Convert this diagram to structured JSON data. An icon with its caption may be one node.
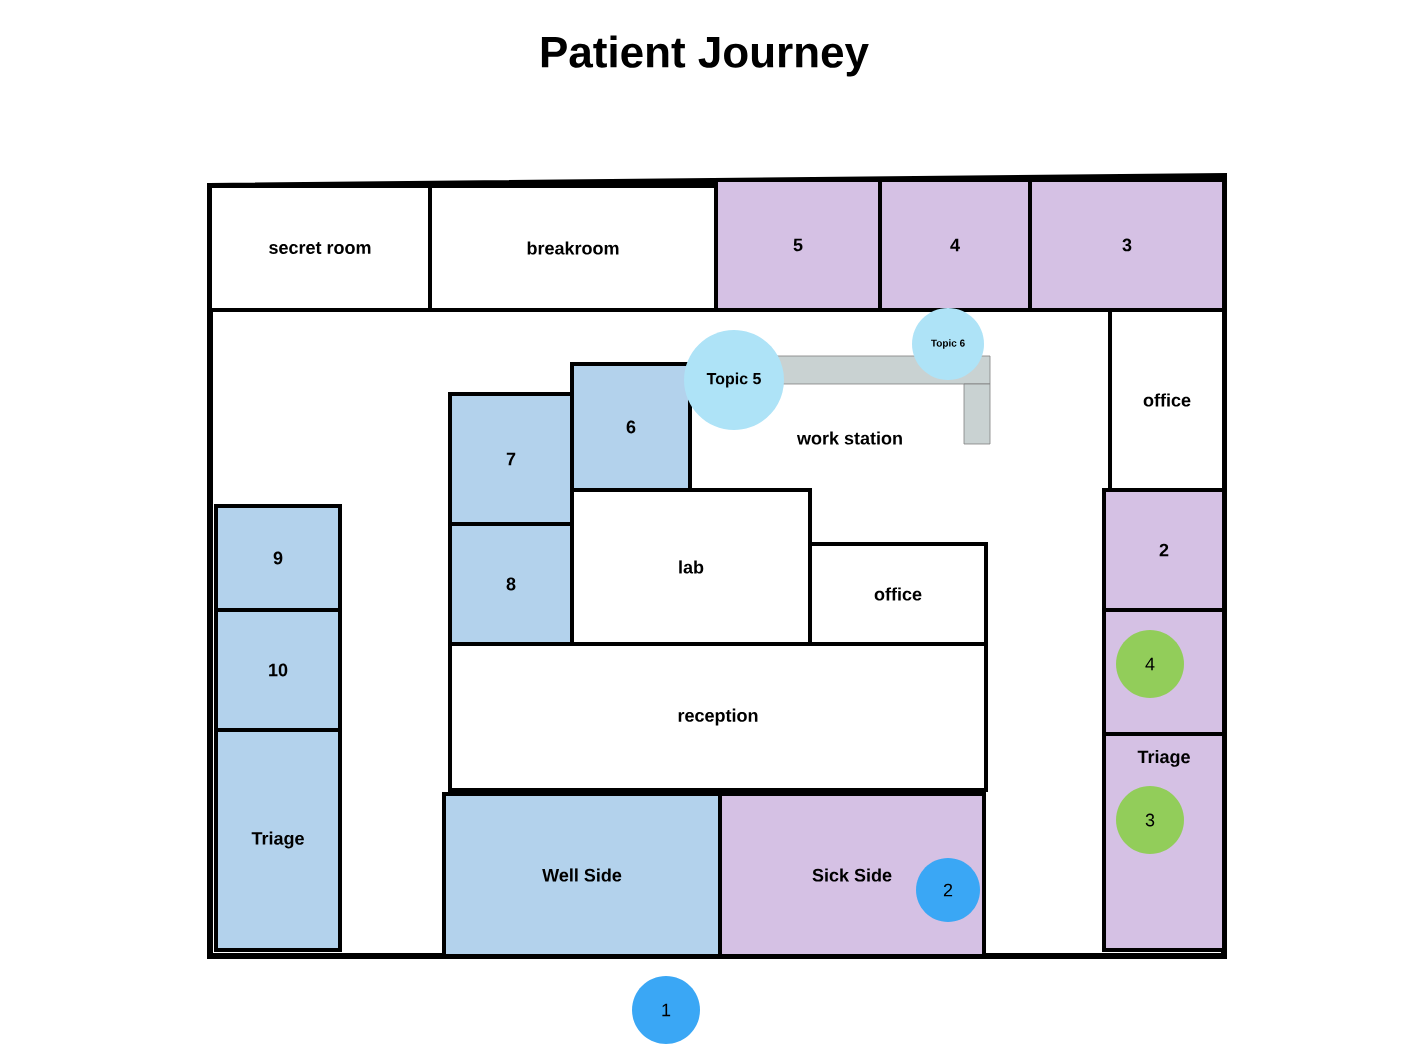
{
  "diagram": {
    "title": "Patient Journey",
    "nodes": [
      {
        "text": [
          "secret room"
        ]
      },
      {
        "text": [
          "breakroom"
        ]
      },
      {
        "text": [
          "5"
        ]
      },
      {
        "text": [
          "4"
        ]
      },
      {
        "text": [
          "3"
        ]
      },
      {
        "text": [
          "office"
        ]
      },
      {
        "text": [
          "6"
        ]
      },
      {
        "text": [
          "7"
        ]
      },
      {
        "text": [
          "8"
        ]
      },
      {
        "text": [
          "work station"
        ]
      },
      {
        "text": [
          "lab"
        ]
      },
      {
        "text": [
          "office"
        ]
      },
      {
        "text": [
          "9"
        ]
      },
      {
        "text": [
          "10"
        ]
      },
      {
        "text": [
          "Triage"
        ]
      },
      {
        "text": [
          "2"
        ]
      },
      {
        "text": [],
        "shape": "box"
      },
      {
        "text": [
          "reception"
        ]
      },
      {
        "text": [
          "Triage"
        ]
      },
      {
        "text": [
          "Well Side"
        ]
      },
      {
        "text": [
          "Sick Side"
        ]
      },
      {
        "text": [
          "Topic 5"
        ]
      },
      {
        "text": [
          "Topic 6"
        ]
      },
      {
        "text": [
          "1"
        ]
      },
      {
        "text": [
          "2"
        ],
        "in": 20
      },
      {
        "text": [
          "4"
        ],
        "in": 16
      },
      {
        "text": [
          "3"
        ],
        "in": 18
      }
    ],
    "edges": []
  }
}
